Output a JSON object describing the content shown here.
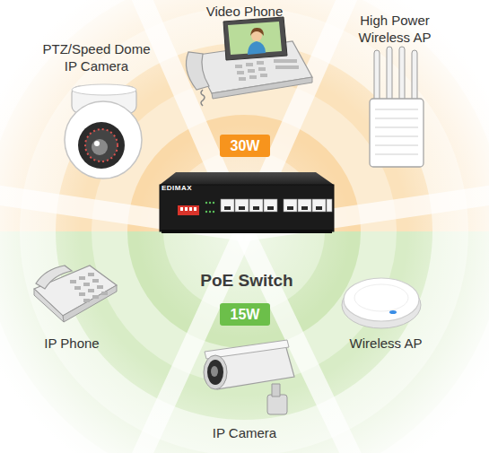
{
  "diagram": {
    "nodes": [
      {
        "text": [
          "Video Phone"
        ]
      },
      {
        "text": [
          "PTZ/Speed Dome IP Camera"
        ]
      },
      {
        "text": [
          "High Power Wireless AP"
        ]
      },
      {
        "text": [
          "30W"
        ]
      },
      {
        "text": [
          "EDIMAX",
          "PoE Switch"
        ]
      },
      {
        "text": [
          "15W"
        ]
      },
      {
        "text": [
          "IP Phone"
        ]
      },
      {
        "text": [
          "Wireless AP"
        ]
      },
      {
        "text": [
          "IP Camera"
        ]
      }
    ]
  }
}
